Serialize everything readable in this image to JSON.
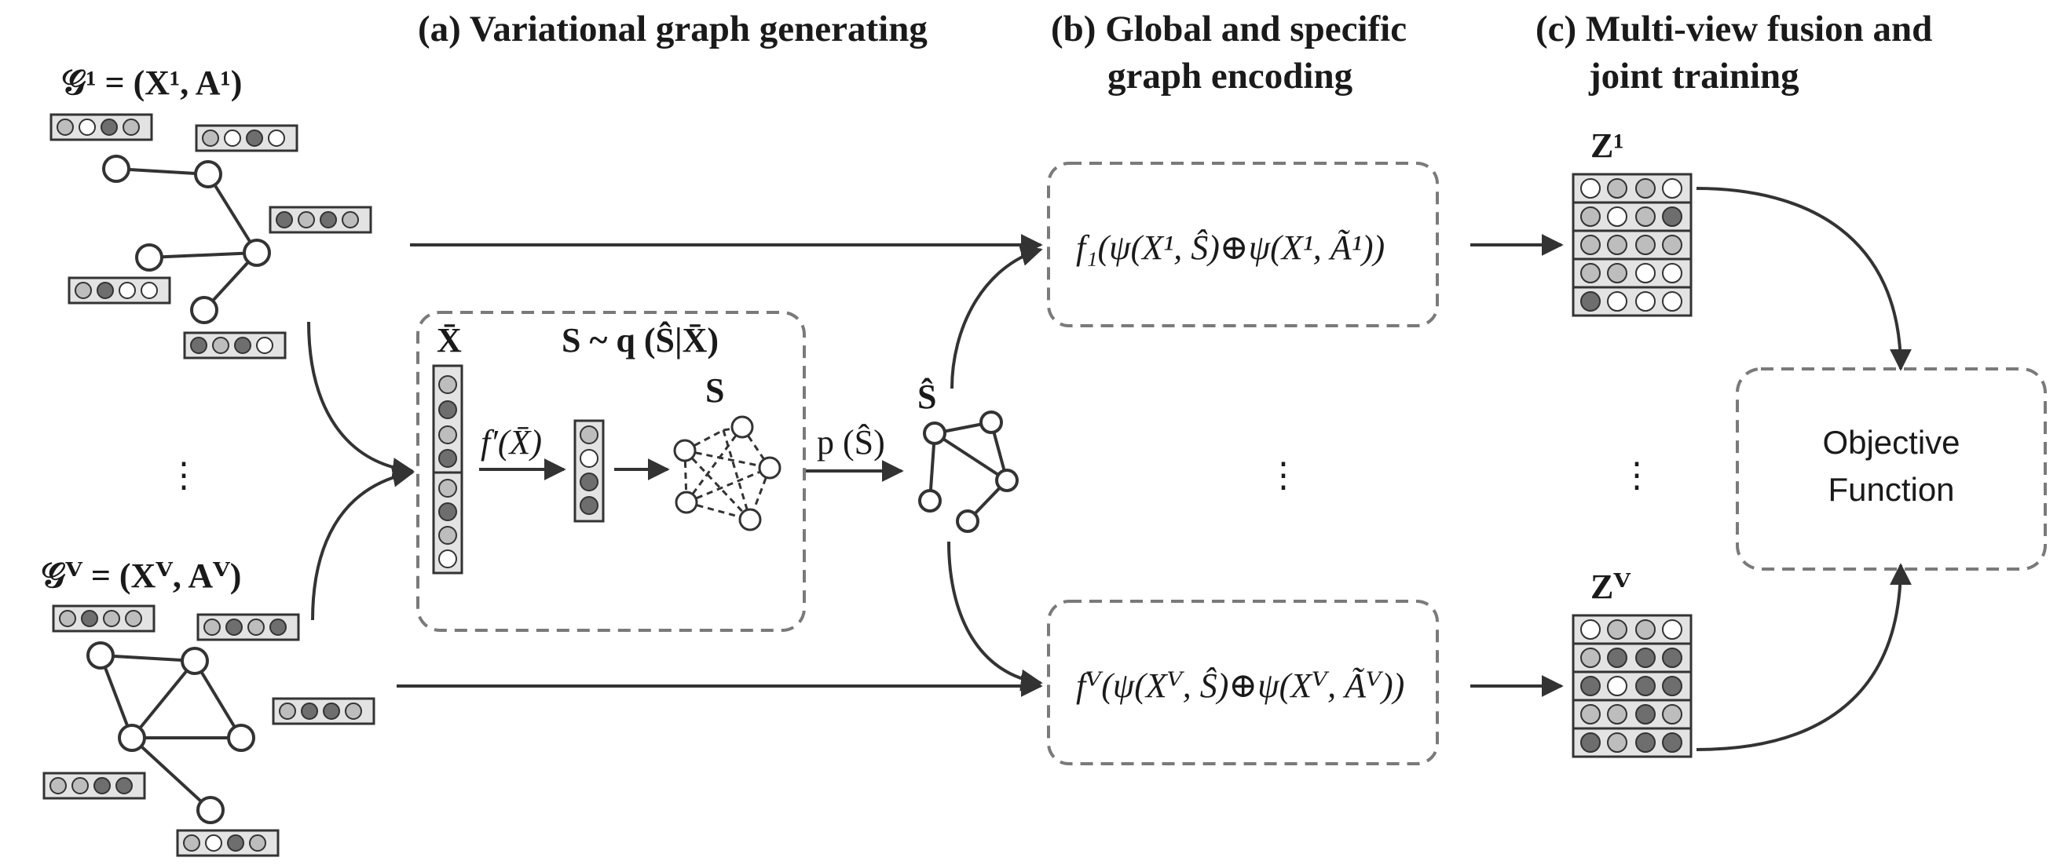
{
  "headings": {
    "a": "(a) Variational graph generating",
    "b_line1": "(b) Global and specific",
    "b_line2": "graph encoding",
    "c_line1": "(c) Multi-view fusion and",
    "c_line2": "joint training"
  },
  "views": {
    "first_label": "𝒢¹ = (X¹, A¹)",
    "last_label": "𝒢ⱽ = (Xⱽ, Aⱽ)",
    "ellipsis": "⋮"
  },
  "generator": {
    "xbar_label": "X̄",
    "sampling_label": "S ~ q (Ŝ|X̄)",
    "mapping_label": "f′(X̄)",
    "s_label": "S",
    "prior_label": "p (Ŝ)",
    "shat_label": "Ŝ"
  },
  "encoders": {
    "first": "f₁(ψ(X¹, Ŝ)⊕ψ(X¹, Ã¹))",
    "last": "fⱽ(ψ(Xⱽ, Ŝ)⊕ψ(Xⱽ, Ãⱽ))",
    "ellipsis": "⋮"
  },
  "fusion": {
    "z_first_label": "Z¹",
    "z_last_label": "Zⱽ",
    "ellipsis": "⋮",
    "objective_line1": "Objective",
    "objective_line2": "Function"
  },
  "colors": {
    "stroke": "#333333",
    "dashed": "#7a7a7a",
    "feature_box": "#e3e3e3",
    "light": "#bdbdbd",
    "dark": "#6e6e6e",
    "white": "#ffffff"
  }
}
